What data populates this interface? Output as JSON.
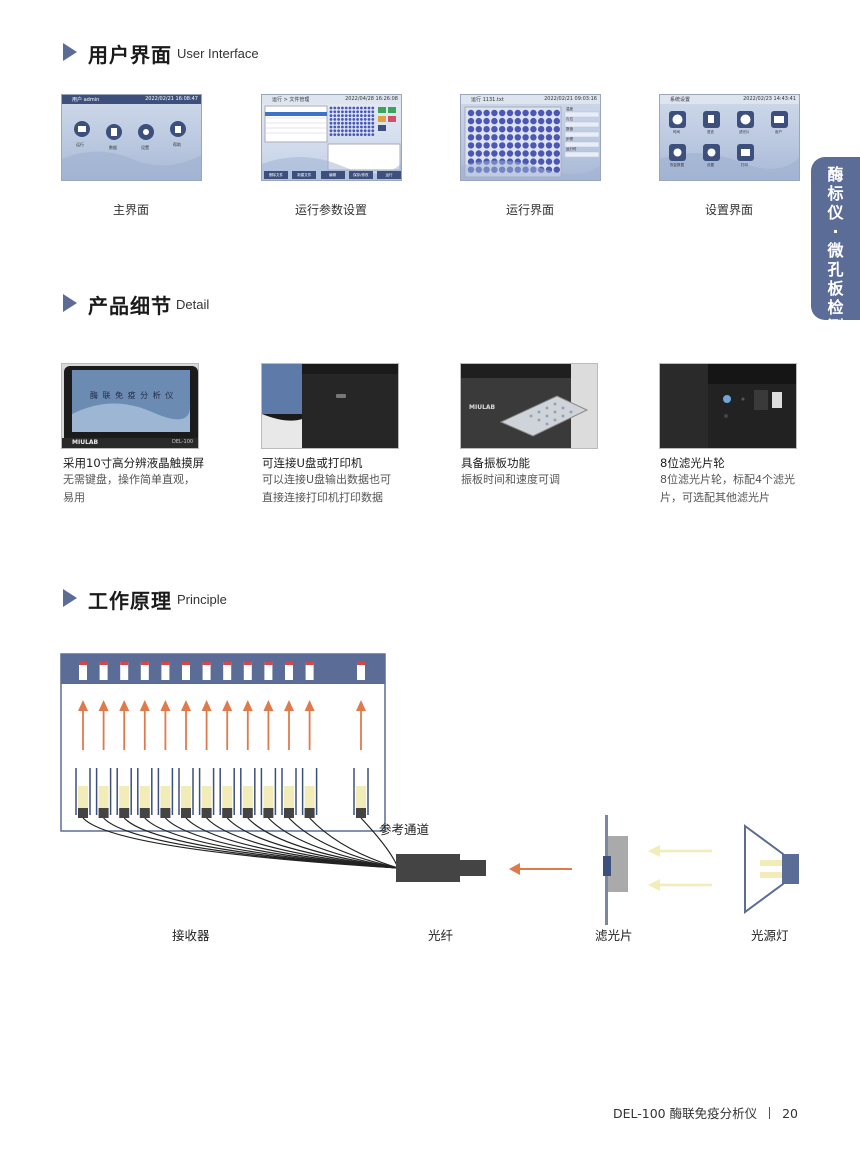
{
  "sections": {
    "ui": {
      "zh": "用户界面",
      "en": "User Interface"
    },
    "detail": {
      "zh": "产品细节",
      "en": "Detail"
    },
    "principle": {
      "zh": "工作原理",
      "en": "Principle"
    }
  },
  "side_tab": {
    "text": "酶标仪·微孔板检测"
  },
  "ui_shots": [
    {
      "caption": "主界面",
      "icons": [
        "运行",
        "数据",
        "设置",
        "帮助"
      ]
    },
    {
      "caption": "运行参数设置",
      "buttons": [
        "删除文件",
        "新建文件",
        "编辑",
        "保存/修改",
        "运行"
      ]
    },
    {
      "caption": "运行界面",
      "side": [
        "温度",
        "孔位",
        "数值",
        "步骤",
        "运行时"
      ]
    },
    {
      "caption": "设置界面",
      "icons": [
        "时间",
        "语言",
        "滤光片",
        "用户",
        "恢复数据",
        "设置",
        "打印"
      ]
    }
  ],
  "details": [
    {
      "title": "采用10寸高分辨液晶触摸屏",
      "desc": "无需键盘，操作简单直观，易用",
      "screen_text": "酶 联 免 疫 分 析 仪",
      "brand": "MIULAB",
      "model": "DEL-100"
    },
    {
      "title": "可连接U盘或打印机",
      "desc": "可以连接U盘输出数据也可直接连接打印机打印数据"
    },
    {
      "title": "具备振板功能",
      "desc": "振板时间和速度可调",
      "brand": "MIULAB"
    },
    {
      "title": "8位滤光片轮",
      "desc": "8位滤光片轮，标配4个滤光片，可选配其他滤光片"
    }
  ],
  "principle": {
    "channels": 12,
    "labels": {
      "reference": "参考通道",
      "receiver": "接收器",
      "fiber": "光纤",
      "filter": "滤光片",
      "lamp": "光源灯"
    },
    "colors": {
      "frame": "#5b6d96",
      "arrow": "#e07a4a",
      "light": "#f2ecb8",
      "fiber": "#444444"
    }
  },
  "footer": {
    "model": "DEL-100 酶联免疫分析仪",
    "page": "20"
  }
}
